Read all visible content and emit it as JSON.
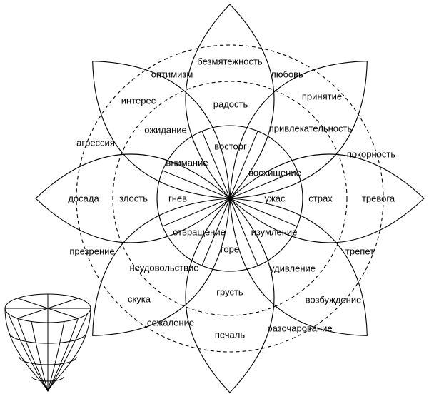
{
  "labels": {
    "bezmyatezhnost": "безмятежность",
    "optimizm": "оптимизм",
    "lyubov": "любовь",
    "interes": "интерес",
    "radost": "радость",
    "prinyatie": "принятие",
    "ozhidanie": "ожидание",
    "privlekatelnost": "привлекательность",
    "agressiya": "агрессия",
    "vostorg": "восторг",
    "pokornost": "покорность",
    "vnimanie": "внимание",
    "voshishchenie": "восхищение",
    "dosada": "досада",
    "zlost": "злость",
    "gnev": "гнев",
    "uzhas": "ужас",
    "strakh": "страх",
    "trevoga": "тревога",
    "otvrashchenie": "отвращение",
    "izumlenie": "изумление",
    "prezrenie": "презрение",
    "gore": "горе",
    "trepet": "трепет",
    "neudovolstvie": "неудовольствие",
    "udivlenie": "удивление",
    "skuka": "скука",
    "grust": "грусть",
    "vozbuzhdenie": "возбуждение",
    "sozhalenie": "сожаление",
    "pechal": "печаль",
    "razocharovanie": "разочарование"
  },
  "colors": {
    "stroke": "#000000",
    "background": "#ffffff",
    "text": "#000000"
  }
}
